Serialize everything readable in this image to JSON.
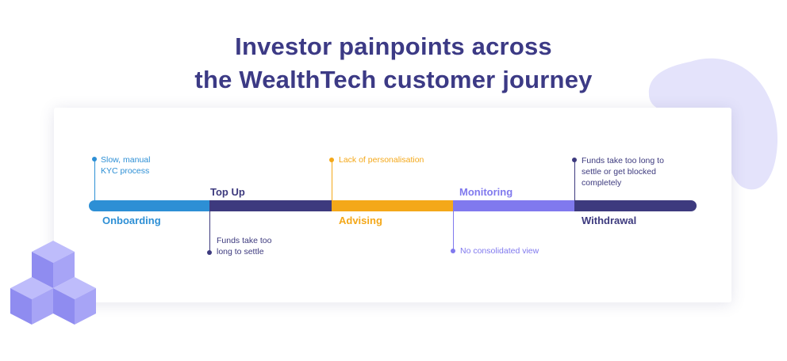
{
  "title": {
    "line1": "Investor painpoints across",
    "line2": "the WealthTech customer journey"
  },
  "colors": {
    "title": "#3c3a85",
    "onboarding": "#2d8fd5",
    "top_up": "#3d3a7e",
    "advising": "#f4a819",
    "monitoring": "#8079ee",
    "withdrawal": "#3d3a7e",
    "blob": "#e4e3fb",
    "cubes": "#9b98f4"
  },
  "stages": [
    {
      "name": "Onboarding",
      "color": "#2d8fd5"
    },
    {
      "name": "Top Up",
      "color": "#3d3a7e"
    },
    {
      "name": "Advising",
      "color": "#f4a819"
    },
    {
      "name": "Monitoring",
      "color": "#8079ee"
    },
    {
      "name": "Withdrawal",
      "color": "#3d3a7e"
    }
  ],
  "painpoints": {
    "onboarding": [
      "Slow, manual",
      "KYC process"
    ],
    "top_up": [
      "Funds take too",
      "long to settle"
    ],
    "advising": [
      "Lack of personalisation"
    ],
    "monitoring": [
      "No consolidated view"
    ],
    "withdrawal": [
      "Funds take too long to",
      "settle or get blocked",
      "completely"
    ]
  }
}
